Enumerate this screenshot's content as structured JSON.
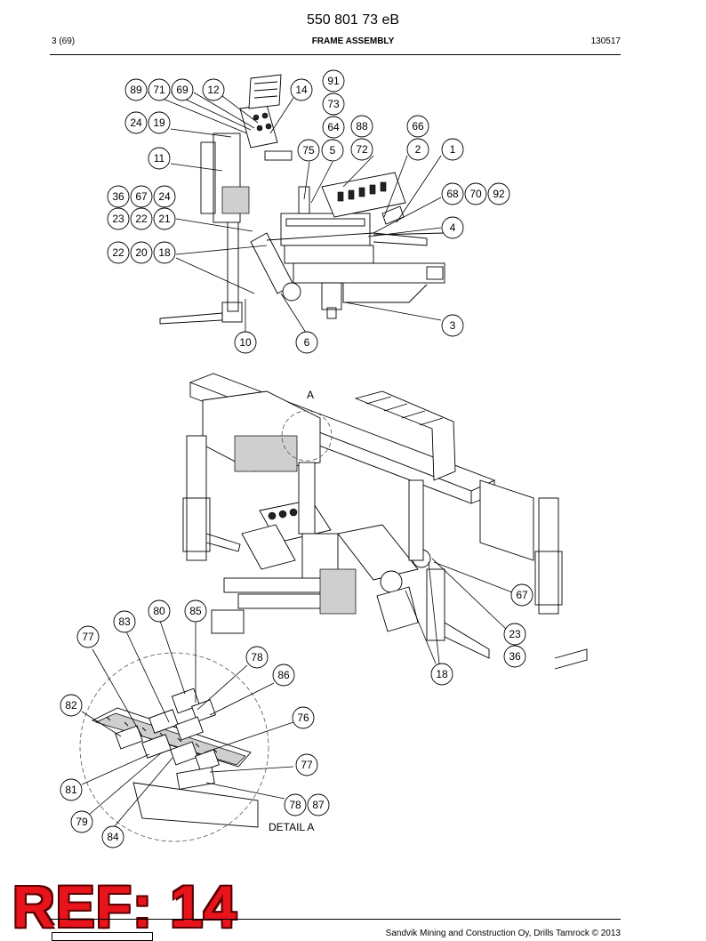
{
  "header": {
    "doc_number": "550 801 73 eB",
    "page": "3 (69)",
    "section_title": "FRAME ASSEMBLY",
    "date": "130517"
  },
  "detail": {
    "letter": "A",
    "label": "DETAIL A"
  },
  "stamp": "REF: 14",
  "footer": {
    "copyright": "Sandvik Mining and Construction Oy, Drills Tamrock © 2013"
  },
  "callouts_top": [
    "89",
    "71",
    "69",
    "12",
    "14",
    "91",
    "73",
    "64",
    "88",
    "66",
    "24",
    "19",
    "75",
    "5",
    "72",
    "2",
    "1",
    "11",
    "36",
    "67",
    "24",
    "68",
    "70",
    "92",
    "23",
    "22",
    "21",
    "4",
    "22",
    "20",
    "18",
    "3",
    "10",
    "6"
  ],
  "callouts_middle": [
    "67",
    "23",
    "36",
    "18"
  ],
  "callouts_detail": [
    "80",
    "85",
    "83",
    "77",
    "78",
    "86",
    "82",
    "76",
    "77",
    "81",
    "79",
    "84",
    "78",
    "87"
  ]
}
